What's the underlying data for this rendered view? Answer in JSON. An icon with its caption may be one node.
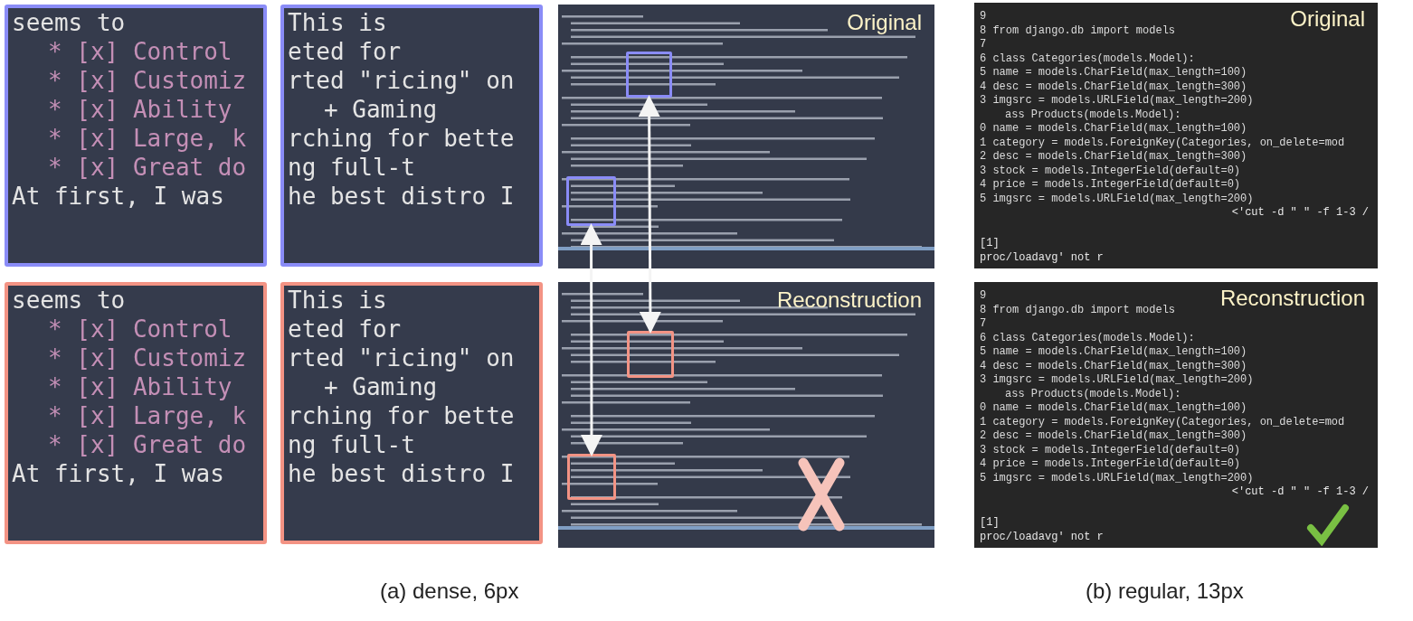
{
  "diagram": {
    "nodes": [
      {
        "text": [
          "seems to",
          "* [x] Control",
          "* [x] Customiz",
          "* [x] Ability",
          "* [x] Large, k",
          "* [x] Great do",
          "At first, I was"
        ]
      },
      {
        "text": [
          "This is",
          "eted for",
          "rted \"ricing\" on",
          "+ Gaming",
          "rching for bette",
          "ng full-t",
          "he best distro I"
        ]
      },
      {
        "text": [
          "Original"
        ]
      },
      {
        "text": [],
        "shape": "box",
        "in": 2
      },
      {
        "text": [],
        "shape": "box",
        "in": 2
      },
      {
        "text": [
          "seems to",
          "* [x] Control",
          "* [x] Customiz",
          "* [x] Ability",
          "* [x] Large, k",
          "* [x] Great do",
          "At first, I was"
        ]
      },
      {
        "text": [
          "This is",
          "eted for",
          "rted \"ricing\" on",
          "+ Gaming",
          "rching for bette",
          "ng full-t",
          "he best distro I"
        ]
      },
      {
        "text": [
          "Reconstruction"
        ]
      },
      {
        "text": [],
        "shape": "box",
        "in": 7
      },
      {
        "text": [],
        "shape": "box",
        "in": 7
      },
      {
        "text": [
          "9",
          "Original",
          "8 from django.db import models",
          "7",
          "6 class Categories(models.Model):",
          "5 name = models.CharField(max_length=100)",
          "4 desc = models.CharField(max_length=300)",
          "3 imgsrc = models.URLField(max_length=200)",
          "ass Products(models.Model):",
          "0 name = models.CharField(max_length=100)",
          "1 category = models.ForeignKey(Categories, on_delete=mod",
          "2 desc = models.CharField(max_length=300)",
          "3 stock = models.IntegerField(default=0)",
          "4 price = models.IntegerField(default=0)",
          "5 imgsrc = models.URLField(max_length=200)",
          "[1]",
          "<'cut -d \" \" -f 1-3 /",
          "proc/loadavg' not r"
        ]
      },
      {
        "text": [
          "9",
          "Reconstruction",
          "8 from django.db import models",
          "7",
          "6 class Categories(models.Model):",
          "5 name = models.CharField(max_length=100)",
          "4 desc = models.CharField(max_length=300)",
          "3 imgsrc = models.URLField(max_length=200)",
          "ass Products(models.Model):",
          "0 name = models.CharField(max_length=100)",
          "1 category = models.ForeignKey(Categories, on_delete=mod",
          "2 desc = models.CharField(max_length=300)",
          "3 stock = models.IntegerField(default=0)",
          "4 price = models.IntegerField(default=0)",
          "5 imgsrc = models.URLField(max_length=200)",
          "[1]",
          "<'cut -d \" \" -f 1-3 /",
          "proc/loadavg' not r"
        ]
      }
    ],
    "edges": [
      {
        "from": 4,
        "to": 9,
        "arrow": "both"
      },
      {
        "from": 3,
        "to": 8,
        "arrow": "both"
      }
    ],
    "labels": [
      "(a) dense, 6px",
      "(b) regular, 13px"
    ]
  }
}
